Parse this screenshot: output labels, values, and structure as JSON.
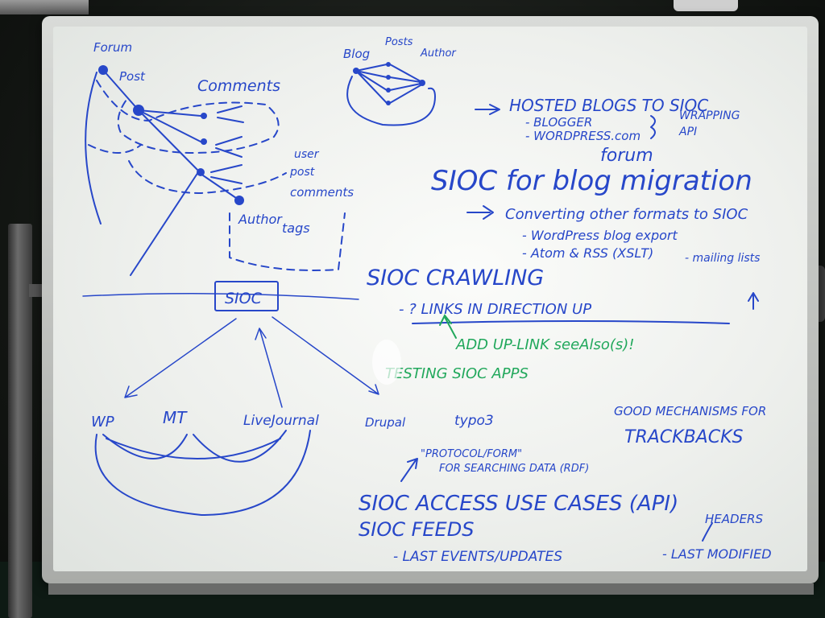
{
  "board": {
    "ink_color": "#2747c9",
    "green_ink_color": "#22a85c",
    "network_diagram": {
      "forum": "Forum",
      "post": "Post",
      "comments": "Comments",
      "user": "user",
      "post_label": "post",
      "comments_label": "comments",
      "author": "Author",
      "tags": "tags"
    },
    "blog_diagram": {
      "blog": "Blog",
      "posts": "Posts",
      "author": "Author"
    },
    "sioc_hub": {
      "label": "SIOC",
      "platforms": [
        "WP",
        "MT",
        "LiveJournal",
        "Drupal",
        "typo3"
      ]
    },
    "notes": {
      "hosted_blogs": "HOSTED BLOGS TO SIOC",
      "blogger": "- BLOGGER",
      "wordpress_com": "- WORDPRESS.com",
      "wrapping": "WRAPPING",
      "api": "API",
      "forum": "forum",
      "migration": "SIOC for blog migration",
      "converting": "Converting other formats to SIOC",
      "wp_export": "- WordPress blog export",
      "atom_rss": "- Atom & RSS (XSLT)",
      "mailing_lists": "- mailing lists",
      "crawling": "SIOC CRAWLING",
      "links_up": "- ? LINKS IN DIRECTION UP",
      "add_uplink": "ADD UP-LINK seeAlso(s)!",
      "testing": "TESTING SIOC APPS",
      "good_mech": "GOOD MECHANISMS FOR",
      "trackbacks": "TRACKBACKS",
      "protocol": "\"PROTOCOL/FORM\"",
      "searching": "FOR SEARCHING DATA (RDF)",
      "access_use": "SIOC ACCESS USE CASES (API)",
      "feeds": "SIOC FEEDS",
      "last_events": "- LAST EVENTS/UPDATES",
      "headers": "HEADERS",
      "last_modified": "- LAST MODIFIED"
    }
  }
}
